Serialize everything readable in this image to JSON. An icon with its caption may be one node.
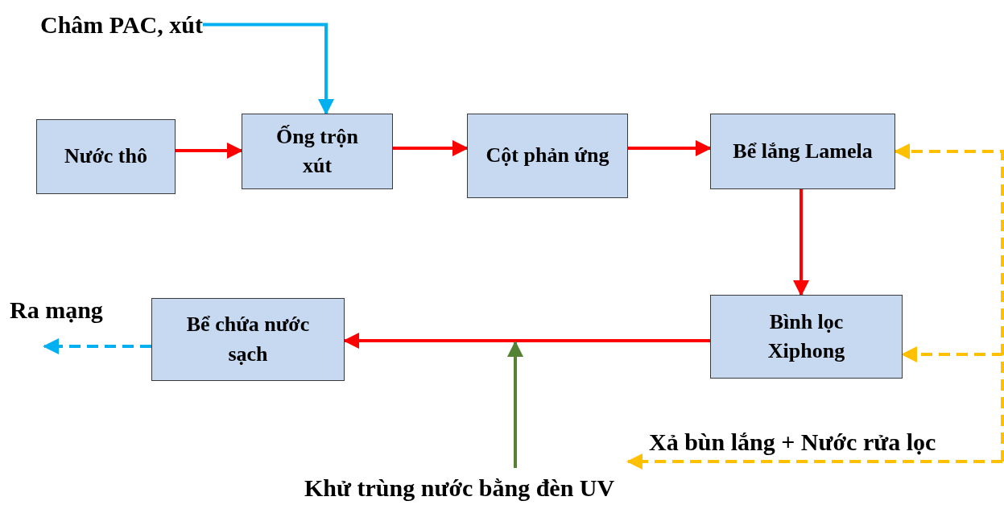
{
  "diagram": {
    "nodes": [
      {
        "text": [
          "Châm PAC, xút"
        ]
      },
      {
        "text": [
          "Nước thô"
        ]
      },
      {
        "text": [
          "Ống trộn xút"
        ]
      },
      {
        "text": [
          "Cột phản ứng"
        ]
      },
      {
        "text": [
          "Bể lắng Lamela"
        ]
      },
      {
        "text": [
          "Bình lọc Xiphong"
        ]
      },
      {
        "text": [
          "Bể chứa nước sạch"
        ]
      },
      {
        "text": [
          "Khử trùng nước bằng đèn UV"
        ]
      },
      {
        "text": [
          "Xả bùn lắng + Nước rửa lọc"
        ]
      }
    ],
    "edges": [
      {
        "from": 0,
        "to": 2,
        "arrow": "to",
        "color": "#00b0f0"
      },
      {
        "from": 1,
        "to": 2,
        "arrow": "to"
      },
      {
        "from": 2,
        "to": 3,
        "arrow": "to"
      },
      {
        "from": 3,
        "to": 4,
        "arrow": "to"
      },
      {
        "from": 4,
        "to": 5,
        "arrow": "to"
      },
      {
        "from": 5,
        "to": 6,
        "arrow": "to"
      },
      {
        "from": 6,
        "to": null,
        "arrow": "to",
        "style": "dashed",
        "color": "#00b0f0"
      },
      {
        "from": 7,
        "to": null,
        "arrow": "to",
        "color": "#548235"
      },
      {
        "from": null,
        "to": 4,
        "arrow": "to",
        "style": "dashed",
        "color": "#ffc000"
      },
      {
        "from": null,
        "to": 5,
        "arrow": "to",
        "style": "dashed",
        "color": "#ffc000"
      },
      {
        "from": null,
        "to": 8,
        "arrow": "to",
        "style": "dashed",
        "color": "#ffc000"
      }
    ],
    "labels": [
      "Ra mạng"
    ]
  }
}
